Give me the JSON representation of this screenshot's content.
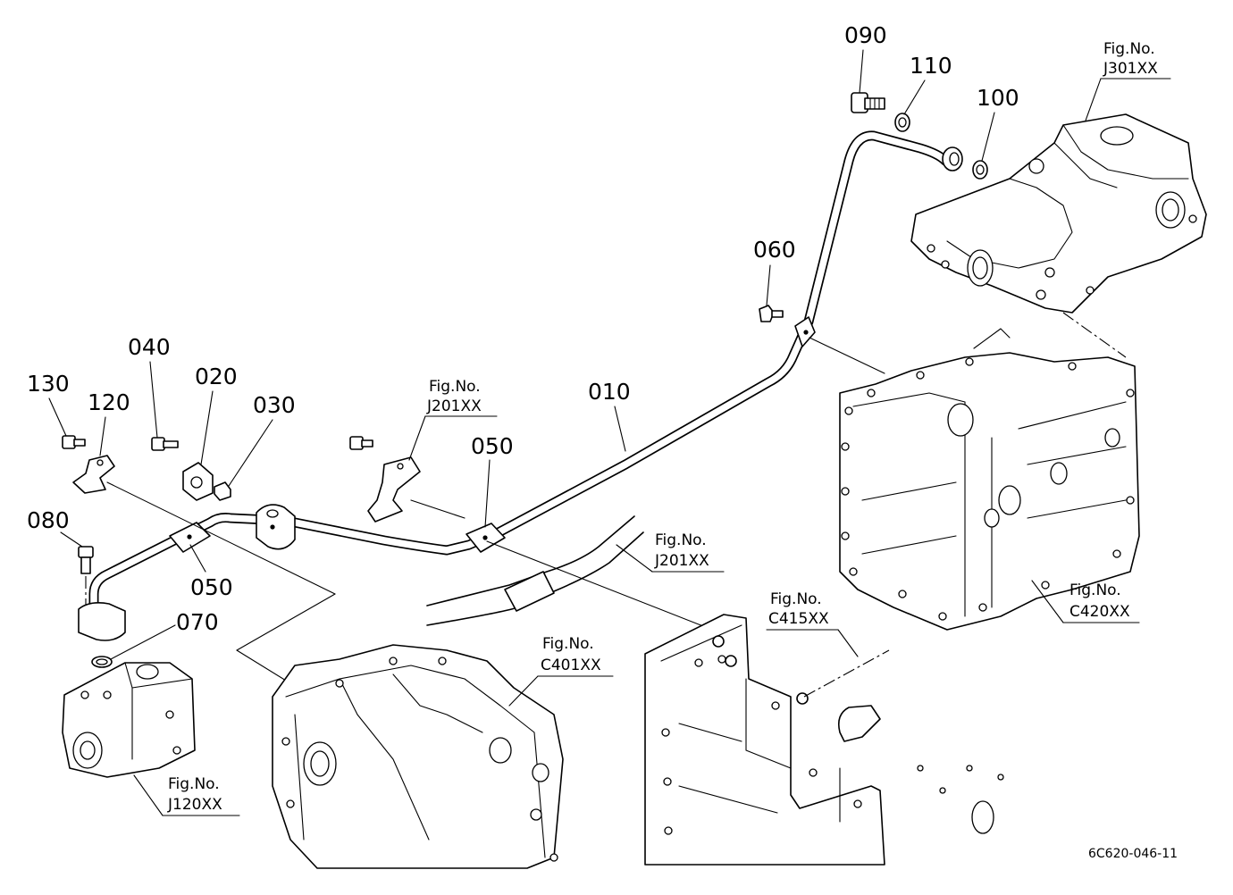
{
  "part_labels": {
    "p010": "010",
    "p020": "020",
    "p030": "030",
    "p040": "040",
    "p050a": "050",
    "p050b": "050",
    "p060": "060",
    "p070": "070",
    "p080": "080",
    "p090": "090",
    "p100": "100",
    "p110": "110",
    "p120": "120",
    "p130": "130"
  },
  "figure_refs": {
    "j301": {
      "line1": "Fig.No.",
      "line2": "J301XX"
    },
    "j201_top": {
      "line1": "Fig.No.",
      "line2": "J201XX"
    },
    "j201_mid": {
      "line1": "Fig.No.",
      "line2": "J201XX"
    },
    "c420": {
      "line1": "Fig.No.",
      "line2": "C420XX"
    },
    "c415": {
      "line1": "Fig.No.",
      "line2": "C415XX"
    },
    "c401": {
      "line1": "Fig.No.",
      "line2": "C401XX"
    },
    "j120": {
      "line1": "Fig.No.",
      "line2": "J120XX"
    }
  },
  "drawing_code": "6C620-046-11"
}
